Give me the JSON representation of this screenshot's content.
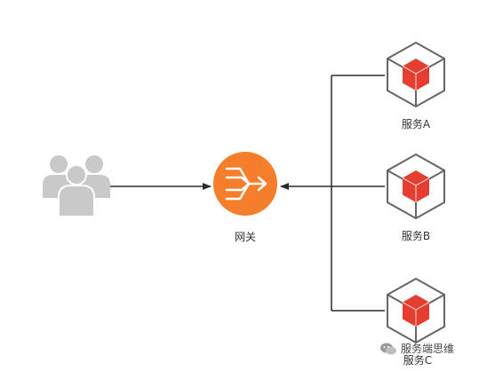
{
  "nodes": {
    "gateway": {
      "label": "网关"
    },
    "service_a": {
      "label": "服务A"
    },
    "service_b": {
      "label": "服务B"
    },
    "service_c": {
      "label": "服务C"
    }
  },
  "watermark": {
    "text": "服务端思维"
  },
  "colors": {
    "users_fill": "#c9c9c9",
    "gateway_fill": "#f47e2b",
    "cube_outline": "#666666",
    "cube_fill": "#e53e30",
    "line": "#2b2b2b",
    "label_text": "#333333"
  },
  "icons": {
    "users": "users-group-icon",
    "gateway": "gateway-icon",
    "service": "service-cube-icon",
    "watermark": "wechat-icon"
  }
}
